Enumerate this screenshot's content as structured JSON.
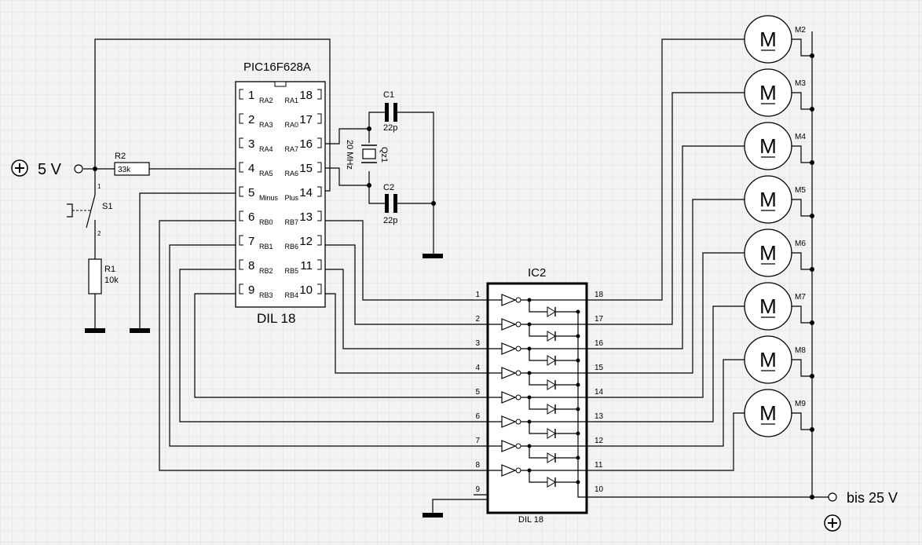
{
  "supply": {
    "label": "5 V",
    "sign": "+"
  },
  "motor_supply": {
    "label": "bis 25 V",
    "sign": "+"
  },
  "pic": {
    "title": "PIC16F628A",
    "package": "DIL 18",
    "left_pins": [
      {
        "num": "1",
        "name": "RA2"
      },
      {
        "num": "2",
        "name": "RA3"
      },
      {
        "num": "3",
        "name": "RA4"
      },
      {
        "num": "4",
        "name": "RA5"
      },
      {
        "num": "5",
        "name": "Minus"
      },
      {
        "num": "6",
        "name": "RB0"
      },
      {
        "num": "7",
        "name": "RB1"
      },
      {
        "num": "8",
        "name": "RB2"
      },
      {
        "num": "9",
        "name": "RB3"
      }
    ],
    "right_pins": [
      {
        "num": "18",
        "name": "RA1"
      },
      {
        "num": "17",
        "name": "RA0"
      },
      {
        "num": "16",
        "name": "RA7"
      },
      {
        "num": "15",
        "name": "RA6"
      },
      {
        "num": "14",
        "name": "Plus"
      },
      {
        "num": "13",
        "name": "RB7"
      },
      {
        "num": "12",
        "name": "RB6"
      },
      {
        "num": "11",
        "name": "RB5"
      },
      {
        "num": "10",
        "name": "RB4"
      }
    ]
  },
  "resistors": {
    "r1": {
      "name": "R1",
      "value": "10k"
    },
    "r2": {
      "name": "R2",
      "value": "33k"
    }
  },
  "switch": {
    "name": "S1",
    "pin1": "1",
    "pin2": "2"
  },
  "crystal": {
    "name": "Qz1",
    "freq": "20 MHz"
  },
  "caps": {
    "c1": {
      "name": "C1",
      "value": "22p"
    },
    "c2": {
      "name": "C2",
      "value": "22p"
    }
  },
  "ic2": {
    "title": "IC2",
    "package": "DIL 18",
    "left_pins": [
      "1",
      "2",
      "3",
      "4",
      "5",
      "6",
      "7",
      "8",
      "9"
    ],
    "right_pins": [
      "18",
      "17",
      "16",
      "15",
      "14",
      "13",
      "12",
      "11",
      "10"
    ]
  },
  "motors": [
    {
      "label": "M2",
      "symbol": "M"
    },
    {
      "label": "M3",
      "symbol": "M"
    },
    {
      "label": "M4",
      "symbol": "M"
    },
    {
      "label": "M5",
      "symbol": "M"
    },
    {
      "label": "M6",
      "symbol": "M"
    },
    {
      "label": "M7",
      "symbol": "M"
    },
    {
      "label": "M8",
      "symbol": "M"
    },
    {
      "label": "M9",
      "symbol": "M"
    }
  ]
}
